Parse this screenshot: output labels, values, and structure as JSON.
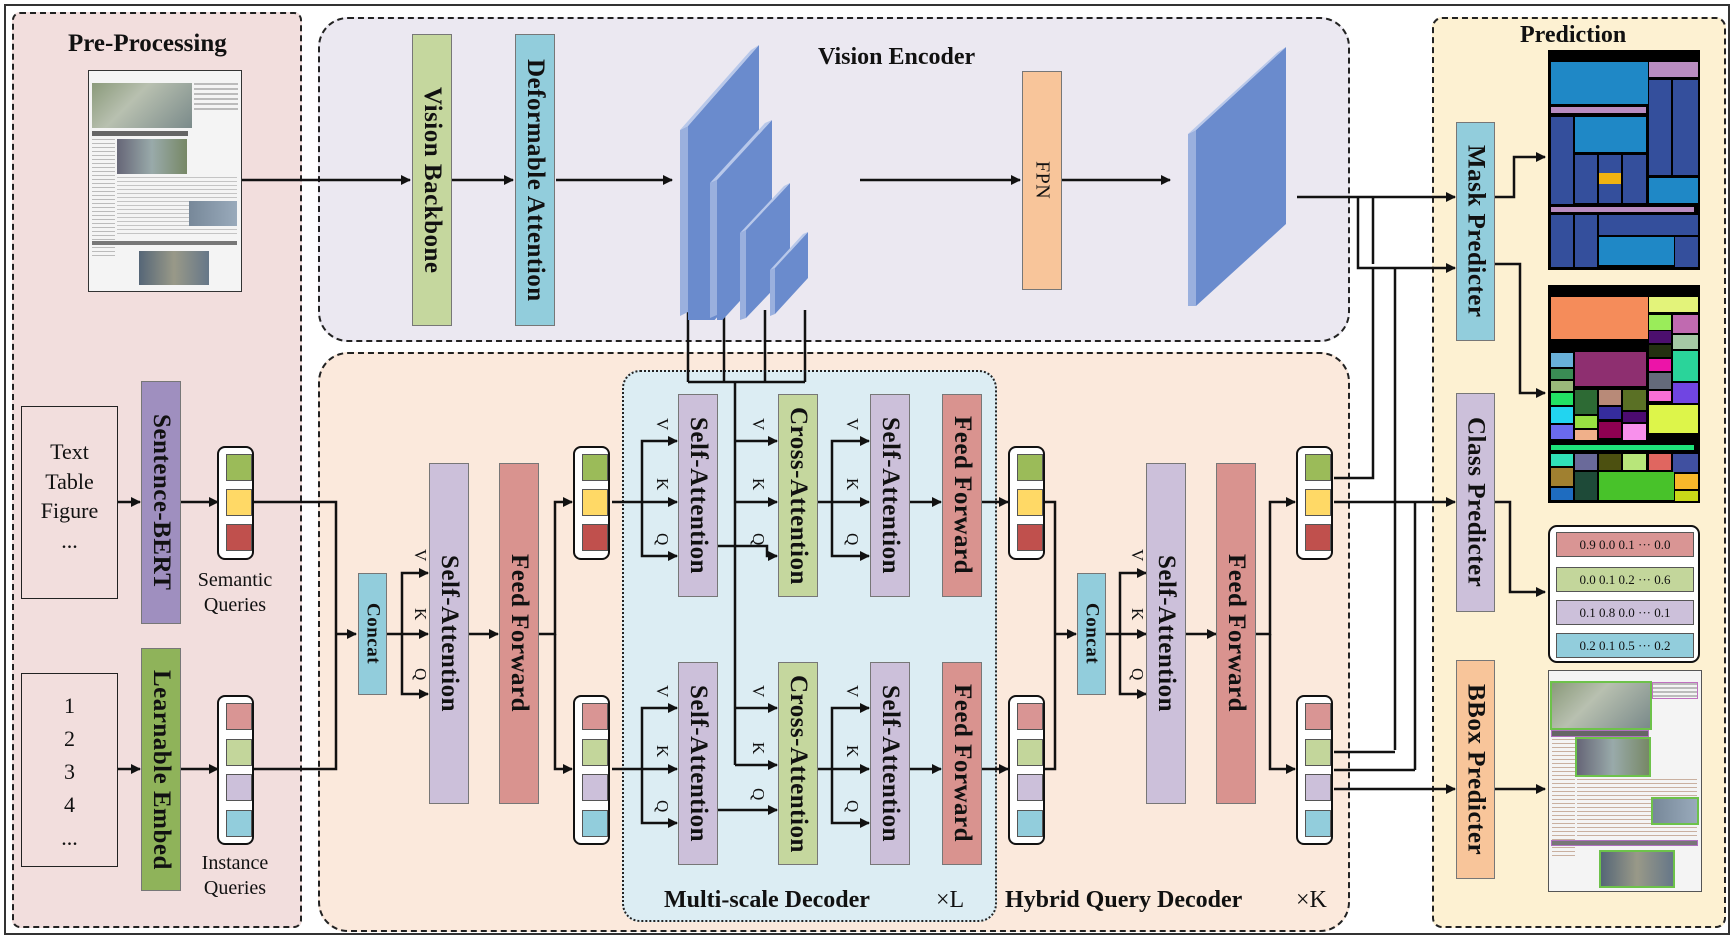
{
  "panels": {
    "preprocessing": {
      "title": "Pre-Processing",
      "color": "#f2dedd"
    },
    "vision_encoder": {
      "title": "Vision Encoder",
      "color": "#ebe8f1"
    },
    "hybrid_query_decoder": {
      "title": "Hybrid Query Decoder",
      "repeat": "×K",
      "color": "#fbe9dc"
    },
    "multiscale_decoder": {
      "title": "Multi-scale Decoder",
      "repeat": "×L",
      "color": "#dcedf3"
    },
    "prediction": {
      "title": "Prediction",
      "color": "#fdf1d2"
    }
  },
  "preprocessing": {
    "input_image_label": "newspaper page",
    "semantic_inputs": [
      "Text",
      "Table",
      "Figure",
      "..."
    ],
    "instance_inputs": [
      "1",
      "2",
      "3",
      "4",
      "..."
    ],
    "sentence_bert": "Sentence-BERT",
    "learnable_embed": "Learnable Embed",
    "semantic_queries_label": [
      "Semantic",
      "Queries"
    ],
    "instance_queries_label": [
      "Instance",
      "Queries"
    ]
  },
  "vision_encoder": {
    "backbone": "Vision Backbone",
    "deformable_attention": "Deformable Attention",
    "fpn": "FPN"
  },
  "decoder": {
    "concat": "Concat",
    "self_attention": "Self-Attention",
    "cross_attention": "Cross-Attention",
    "feed_forward": "Feed Forward",
    "v": "V",
    "k": "K",
    "q": "Q"
  },
  "prediction": {
    "mask_predicter": "Mask Predicter",
    "class_predicter": "Class Predicter",
    "bbox_predicter": "BBox Predicter",
    "class_scores": [
      "0.9 0.0 0.1 ··· 0.0",
      "0.0 0.1 0.2 ··· 0.6",
      "0.1 0.8 0.0 ··· 0.1",
      "0.2 0.1 0.5 ··· 0.2"
    ]
  },
  "colors": {
    "semantic_query": [
      "#9bbb59",
      "#ffd966",
      "#c0504d"
    ],
    "instance_query": [
      "#d99594",
      "#c3d69b",
      "#ccc0da",
      "#92cddc"
    ],
    "class_rows": [
      "#d99594",
      "#c3d69b",
      "#ccc0da",
      "#92cddc"
    ],
    "feature_map": "#6a8bcd",
    "sentence_bert": "#9f8fbf",
    "learnable_embed": "#8fb35a",
    "vision_backbone": "#c5d79e",
    "deformable_attention": "#92cddc",
    "fpn": "#f8c59a",
    "concat": "#92cddc",
    "self_attention": "#ccc0da",
    "cross_attention": "#c5d79e",
    "feed_forward": "#d9938f",
    "mask_predicter": "#92cddc",
    "class_predicter": "#ccc0da",
    "bbox_predicter": "#f8c59a"
  }
}
